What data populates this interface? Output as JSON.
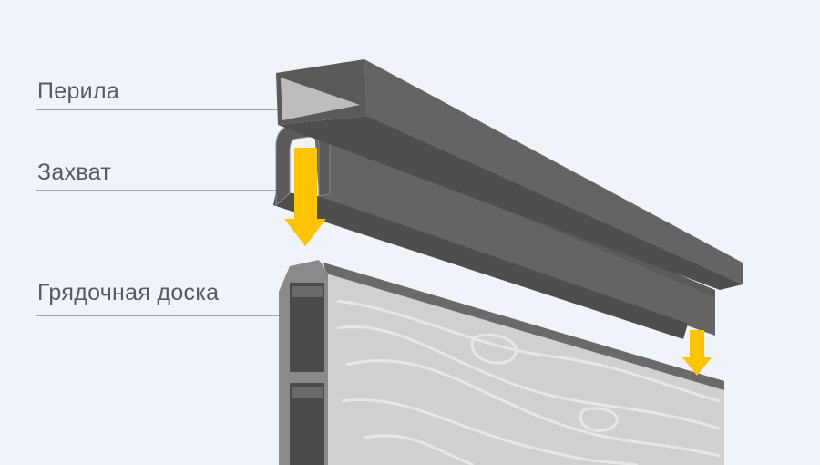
{
  "labels": {
    "railing": "Перила",
    "clamp": "Захват",
    "board": "Грядочная доска"
  },
  "colors": {
    "background": "#eef4f9",
    "profile_dark": "#5a5a5a",
    "profile_mid": "#686868",
    "profile_light": "#bdbdbd",
    "wood": "#cfd0d0",
    "arrow": "#ffc400",
    "text": "#555b60"
  }
}
